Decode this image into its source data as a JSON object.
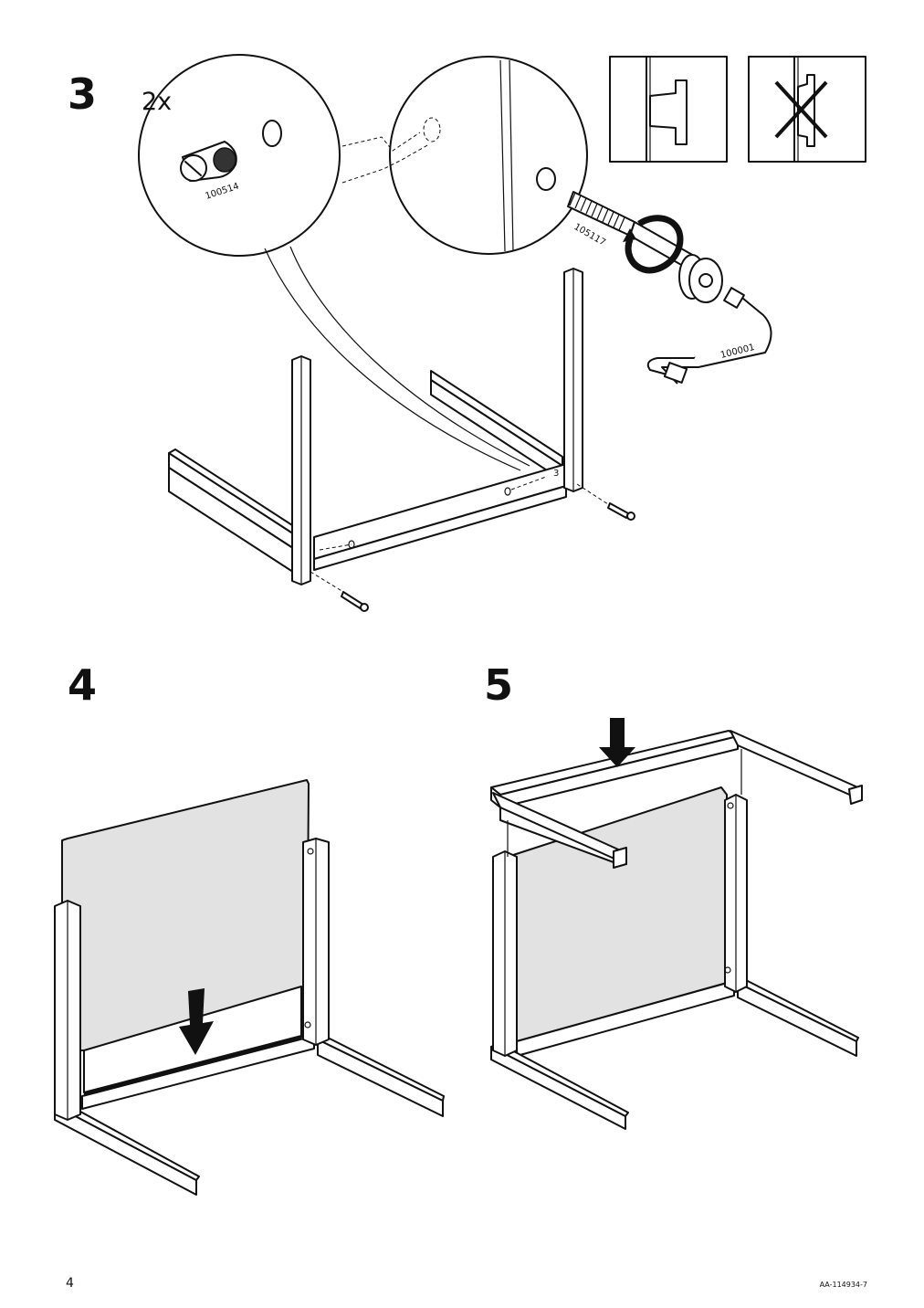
{
  "page": {
    "page_number": "4",
    "document_code": "AA-114934-7"
  },
  "steps": [
    {
      "number": "3",
      "quantity": "2x",
      "part_codes": {
        "cam_nut": "100514",
        "bolt": "105117",
        "hex_key": "100001"
      },
      "detail_panels": [
        {
          "state": "correct"
        },
        {
          "state": "incorrect"
        }
      ]
    },
    {
      "number": "4"
    },
    {
      "number": "5"
    }
  ],
  "inline_marks": {
    "rail_label": "3"
  }
}
